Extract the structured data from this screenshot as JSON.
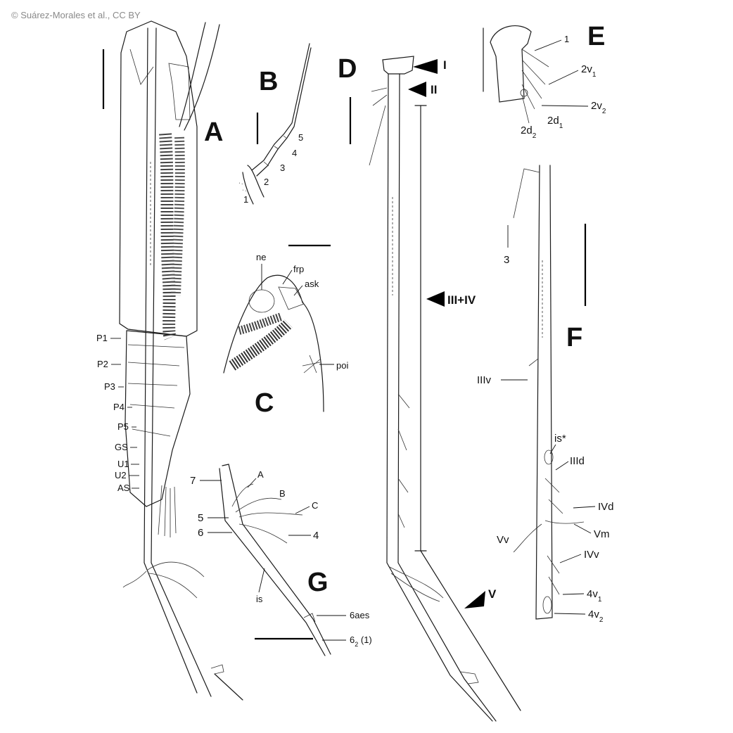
{
  "copyright": "© Suárez-Morales et al., CC BY",
  "panels": {
    "A": {
      "letter": "A",
      "labels": [
        "P1",
        "P2",
        "P3",
        "P4",
        "P5",
        "GS",
        "U1",
        "U2",
        "AS"
      ]
    },
    "B": {
      "letter": "B",
      "labels": [
        "1",
        "2",
        "3",
        "4",
        "5"
      ]
    },
    "C": {
      "letter": "C",
      "labels": [
        "ne",
        "frp",
        "ask",
        "poi"
      ]
    },
    "D": {
      "letter": "D",
      "arrows": [
        "I",
        "II",
        "III+IV",
        "V"
      ]
    },
    "E": {
      "letter": "E",
      "labels": {
        "l1": "1",
        "l2v1": "2v",
        "l2v1_sub": "1",
        "l2v2": "2v",
        "l2v2_sub": "2",
        "l2d1": "2d",
        "l2d1_sub": "1",
        "l2d2": "2d",
        "l2d2_sub": "2"
      }
    },
    "F": {
      "letter": "F",
      "labels": {
        "l3": "3",
        "IIIv": "IIIv",
        "is_star": "is*",
        "IIId": "IIId",
        "IVd": "IVd",
        "Vm": "Vm",
        "Vv": "Vv",
        "IVv": "IVv",
        "v41": "4v",
        "v41_sub": "1",
        "v42": "4v",
        "v42_sub": "2"
      }
    },
    "G": {
      "letter": "G",
      "labels": {
        "l7": "7",
        "lA": "A",
        "lB": "B",
        "lC": "C",
        "l5": "5",
        "l6": "6",
        "l4": "4",
        "is": "is",
        "aes": "6aes",
        "l62": "6",
        "l62_sub": "2",
        "l62_tail": " (1)"
      }
    }
  }
}
